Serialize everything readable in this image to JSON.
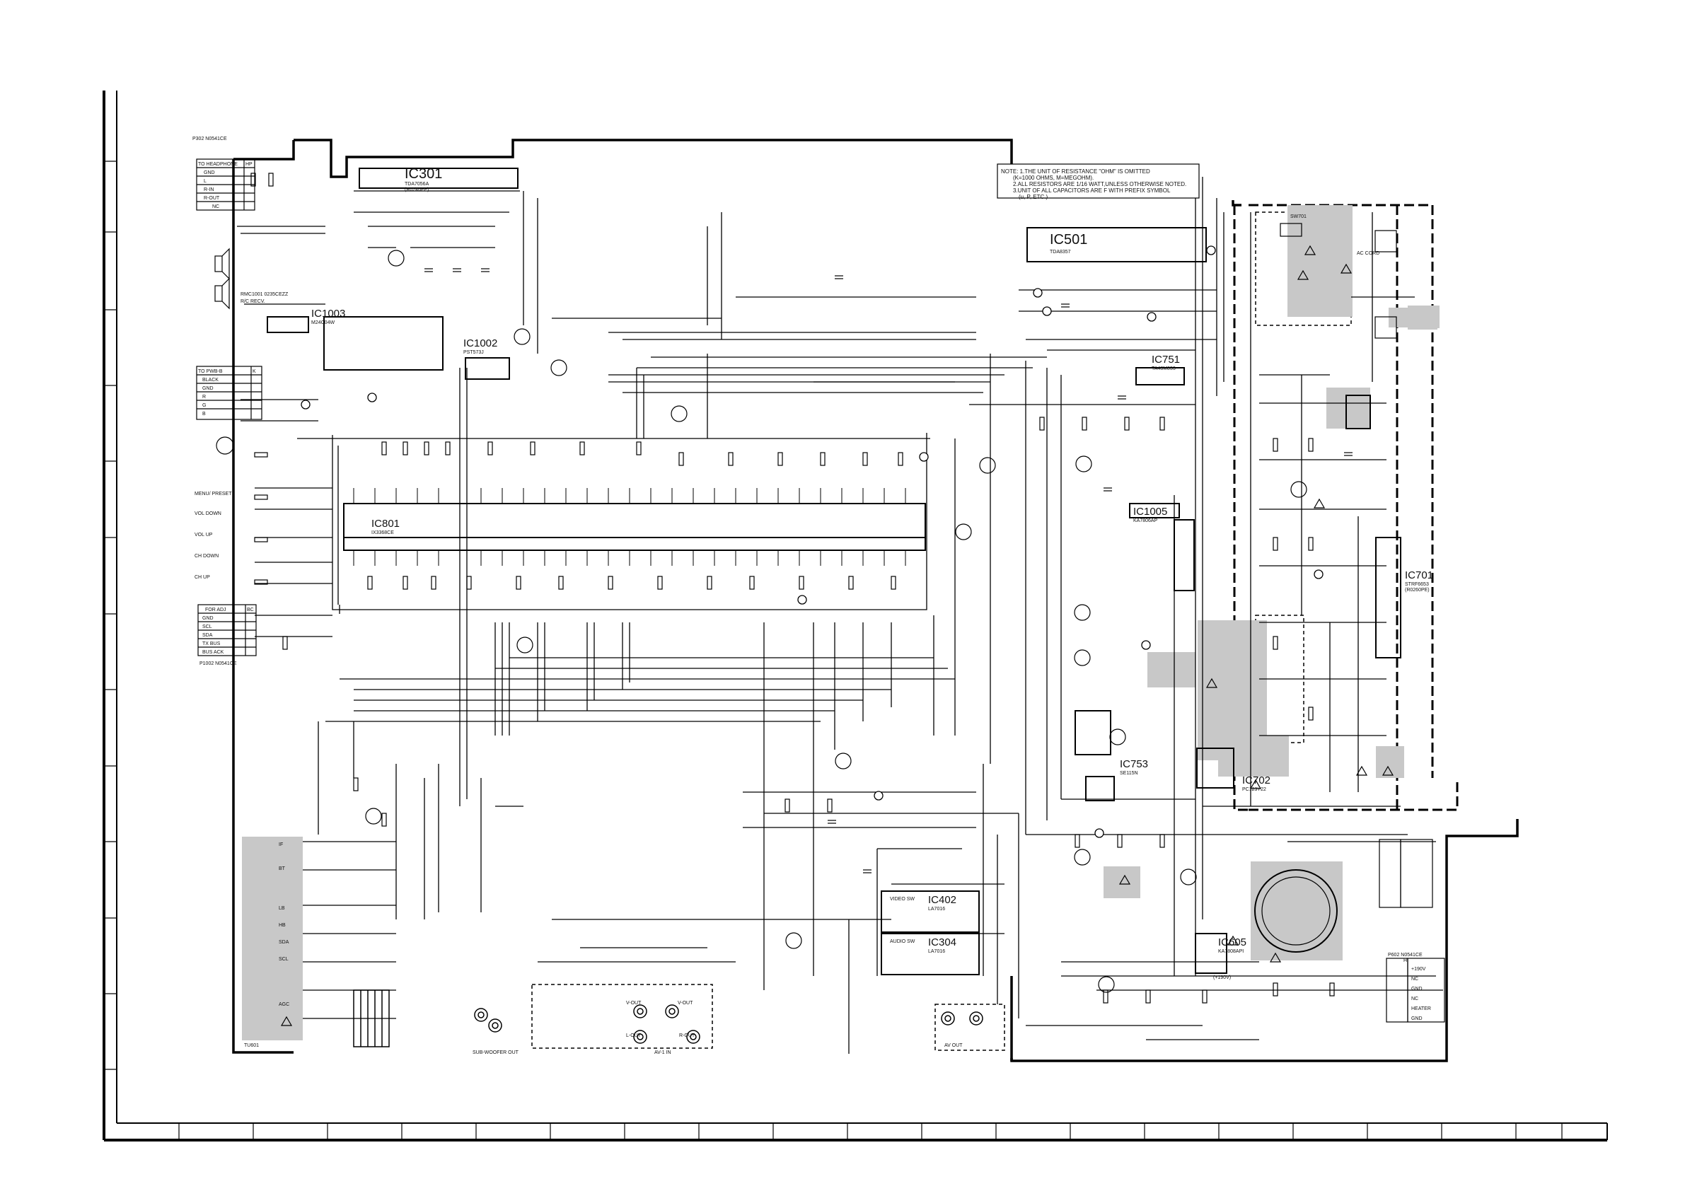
{
  "note": {
    "line1": "NOTE: 1.THE UNIT OF RESISTANCE \"OHM\" IS OMITTED",
    "line1b": "(K=1000 OHMS, M=MEGOHM).",
    "line2": "2.ALL RESISTORS ARE 1/16 WATT,UNLESS OTHERWISE NOTED.",
    "line3": "3.UNIT OF ALL CAPACITORS ARE F WITH PREFIX SYMBOL",
    "line3b": "(u, P, ETC.)"
  },
  "ics": {
    "ic301": {
      "name": "IC301",
      "part": "TDA7056A",
      "code": "(R0246PE)"
    },
    "ic501": {
      "name": "IC501",
      "part": "TDA8357"
    },
    "ic751": {
      "name": "IC751",
      "part": "TA48M033"
    },
    "ic1003": {
      "name": "IC1003",
      "part": "M24C04W"
    },
    "ic1002": {
      "name": "IC1002",
      "part": "PST573J"
    },
    "ic801": {
      "name": "IC801",
      "part": "IX3368CE"
    },
    "ic1005": {
      "name": "IC1005",
      "part": "KA7806AP"
    },
    "ic402": {
      "name": "IC402",
      "part": "LA7016",
      "sub": "VIDEO SW"
    },
    "ic304": {
      "name": "IC304",
      "part": "LA7016",
      "sub": "AUDIO SW"
    },
    "ic753": {
      "name": "IC753",
      "part": "SE115N"
    },
    "ic702": {
      "name": "IC702",
      "part": "PC123Y22"
    },
    "ic701": {
      "name": "IC701",
      "part": "STRF6653",
      "code": "(R0260PE)"
    },
    "ic605": {
      "name": "IC605",
      "part": "KA7808API"
    }
  },
  "connectors": {
    "hp_title": "TO HEADPHONE",
    "hp_tag": "HP",
    "hp_pins": [
      "GND",
      "L",
      "R-IN",
      "R-OUT",
      "NC"
    ],
    "pwb_title": "TO PWB-B",
    "pwb_tag": "K",
    "pwb_pins": [
      "BLACK",
      "GND",
      "R",
      "G",
      "B"
    ],
    "adj_title": "FOR ADJ",
    "adj_tag": "BC",
    "adj_pins": [
      "GND",
      "SCL",
      "SDA",
      "TX BUS",
      "BUS ACK"
    ],
    "heater_tag": "H",
    "heater_pins": [
      "+190V",
      "NC",
      "GND",
      "NC",
      "HEATER",
      "GND"
    ],
    "p302": "P302 N0541CE",
    "p1002": "P1002 N0541CE",
    "p602": "P602 N0541CE"
  },
  "labels": {
    "rmc": "RMC1001 0235CEZZ",
    "rmc_sub": "R/C RECV.",
    "keys": [
      "MENU/ PRESET",
      "VOL DOWN",
      "VOL UP",
      "CH DOWN",
      "CH UP"
    ],
    "sw701": "SW701",
    "ac_cord": "AC CORD",
    "tuner": "TU601",
    "tuner_pins": [
      "IF",
      "BT",
      "LB",
      "HB",
      "SDA",
      "SCL",
      "AGC"
    ],
    "av_in": "AV-1 IN",
    "av_out": "AV OUT",
    "subwoofer": "SUB-WOOFER OUT",
    "vout": "V-OUT",
    "lout": "L-OUT",
    "rout": "R-OUT",
    "video_out": "V-OUT",
    "hv": "(+190V)"
  },
  "grid": {
    "cols": [
      "",
      "",
      "",
      "",
      "",
      "",
      "",
      "",
      "",
      "",
      "",
      "",
      "",
      "",
      "",
      "",
      "",
      "",
      "",
      "",
      ""
    ],
    "rows": [
      "",
      "",
      "",
      "",
      "",
      "",
      "",
      "",
      "",
      "",
      "",
      "",
      "",
      ""
    ]
  }
}
